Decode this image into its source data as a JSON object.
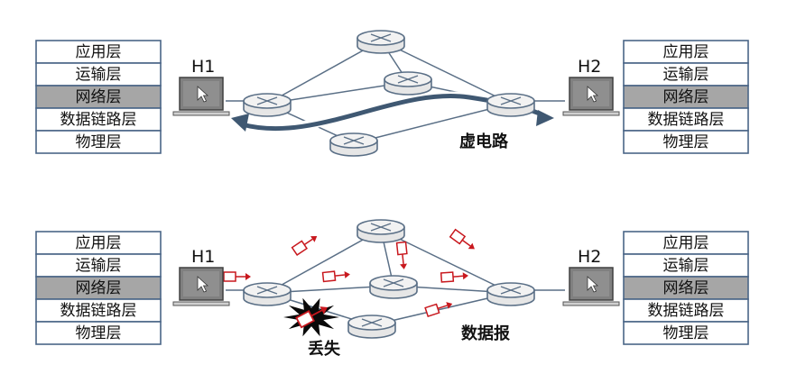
{
  "protocol_layers": [
    "应用层",
    "运输层",
    "网络层",
    "数据链路层",
    "物理层"
  ],
  "highlighted_layer": "网络层",
  "host_left": "H1",
  "host_right": "H2",
  "virtual_circuit_label": "虚电路",
  "datagram_label": "数据报",
  "lost_label": "丢失",
  "colors": {
    "router_fill": "#f2f2f2",
    "router_stroke": "#5a6f86",
    "link": "#5a6f86",
    "arrow": "#3f5872",
    "packet": "#c8181e",
    "highlight": "#a6a6a6",
    "stack_border": "#4a6587"
  }
}
